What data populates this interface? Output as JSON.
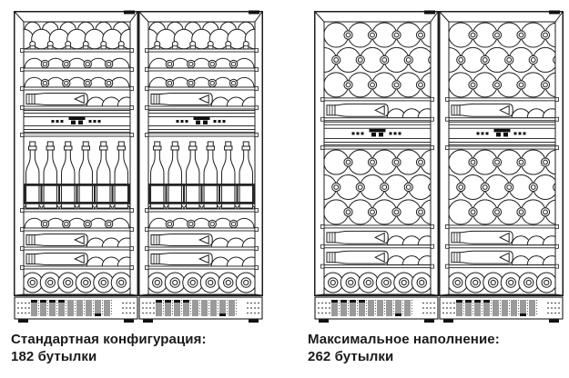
{
  "diagram": {
    "subject": "wine-cabinet-loading-configurations",
    "colors": {
      "line": "#1d1d1d",
      "slat": "#9a9a9a",
      "dark": "#262626",
      "text": "#1a1a1a",
      "background": "#ffffff"
    },
    "figures": [
      {
        "id": "standard",
        "caption_line1": "Стандартная конфигурация:",
        "caption_line2": "182 бутылки",
        "bottle_count": 182,
        "cabinet_count": 2,
        "cabinet_layout": [
          "double_row",
          "arcs",
          "arcs",
          "bottle_side",
          "panel",
          "standing",
          "arcs",
          "bottle_side",
          "bottle_side",
          "rounds"
        ]
      },
      {
        "id": "maximum",
        "caption_line1": "Максимальное наполнение:",
        "caption_line2": "262 бутылки",
        "bottle_count": 262,
        "cabinet_count": 2,
        "cabinet_layout": [
          "stack",
          "bottle_side",
          "panel",
          "stack",
          "bottle_side",
          "bottle_side",
          "rounds"
        ]
      }
    ]
  }
}
